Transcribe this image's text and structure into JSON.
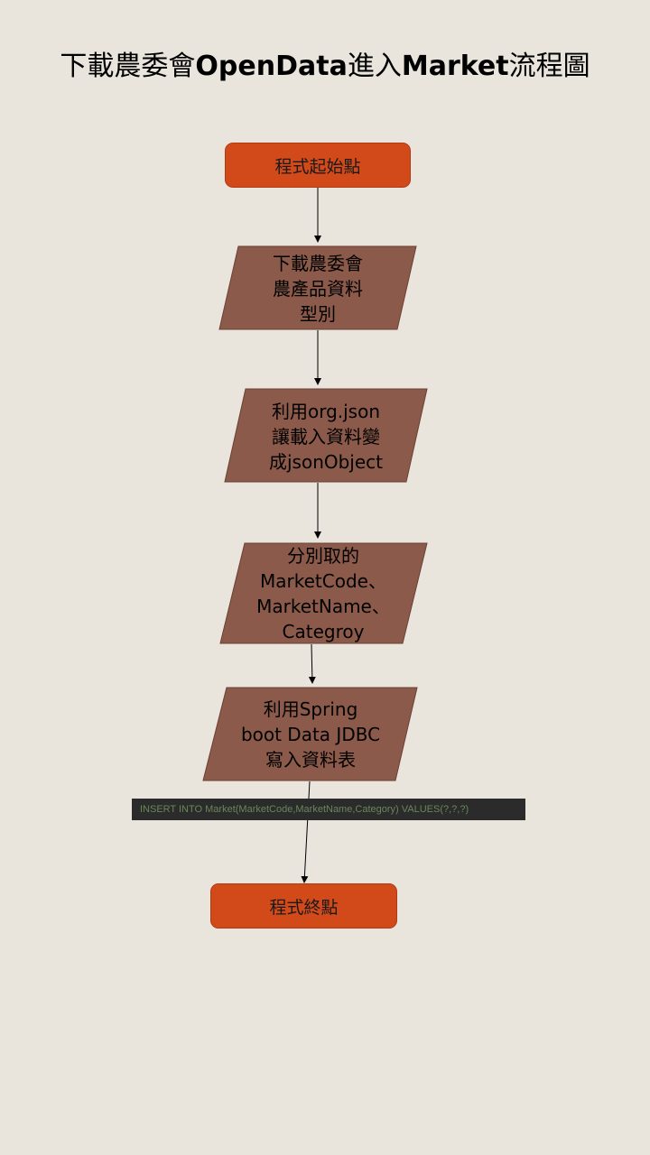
{
  "title": {
    "part1": "下載農委會",
    "part2": "OpenData",
    "part3": "進入",
    "part4": "Market",
    "part5": "流程圖"
  },
  "nodes": {
    "start": "程式起始點",
    "step1": [
      "下載農委會",
      "農產品資料",
      "型別"
    ],
    "step2": [
      "利用org.json",
      "讓載入資料變",
      "成jsonObject"
    ],
    "step3": [
      "分別取的",
      "MarketCode、",
      "MarketName、",
      "Categroy"
    ],
    "step4": [
      "利用Spring",
      "boot Data JDBC",
      "寫入資料表"
    ],
    "end": "程式終點"
  },
  "sql_code": "INSERT INTO Market(MarketCode,MarketName,Category) VALUES(?,?,?)",
  "colors": {
    "background": "#e9e4dc",
    "terminal": "#d24a1a",
    "process": "#8b5a4a",
    "code_bg": "#2b2b2b",
    "code_text": "#6a8759"
  }
}
